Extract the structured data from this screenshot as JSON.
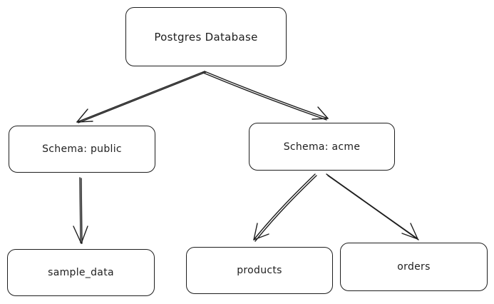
{
  "diagram": {
    "nodes": [
      {
        "id": "root",
        "label": "Postgres Database"
      },
      {
        "id": "public",
        "label": "Schema: public"
      },
      {
        "id": "acme",
        "label": "Schema: acme"
      },
      {
        "id": "sample",
        "label": "sample_data"
      },
      {
        "id": "products",
        "label": "products"
      },
      {
        "id": "orders",
        "label": "orders"
      }
    ],
    "edges": [
      {
        "from": "root",
        "to": "public"
      },
      {
        "from": "root",
        "to": "acme"
      },
      {
        "from": "public",
        "to": "sample"
      },
      {
        "from": "acme",
        "to": "products"
      },
      {
        "from": "acme",
        "to": "orders"
      }
    ],
    "stroke_color": "#1e1e1e"
  }
}
